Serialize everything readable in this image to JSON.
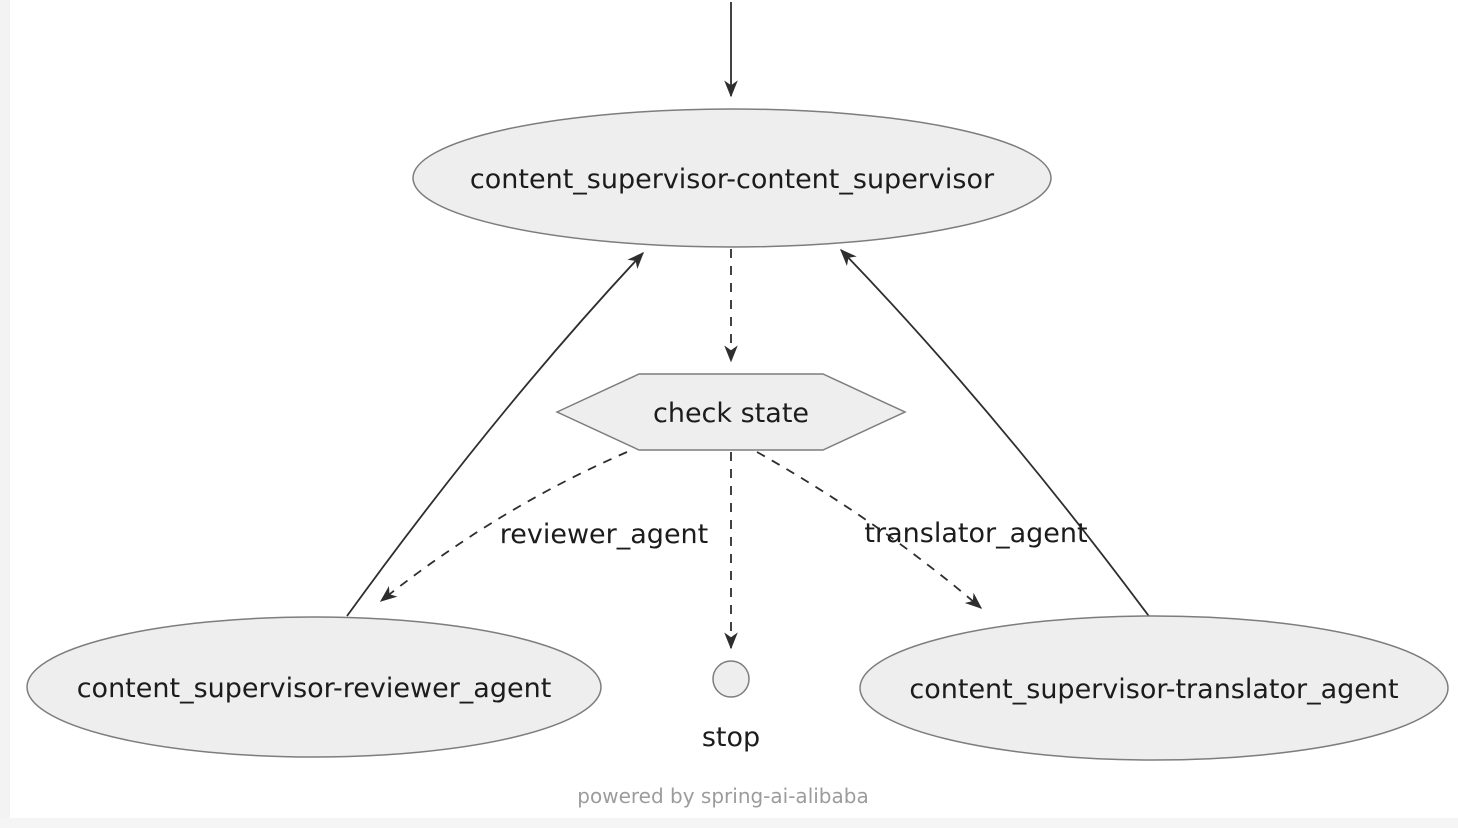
{
  "diagram": {
    "type": "agent-state-graph",
    "nodes": {
      "supervisor": {
        "label": "content_supervisor-content_supervisor",
        "shape": "ellipse"
      },
      "check_state": {
        "label": "check state",
        "shape": "hexagon"
      },
      "reviewer": {
        "label": "content_supervisor-reviewer_agent",
        "shape": "ellipse"
      },
      "translator": {
        "label": "content_supervisor-translator_agent",
        "shape": "ellipse"
      },
      "stop": {
        "label": "stop",
        "shape": "circle"
      }
    },
    "edges": [
      {
        "from": "start",
        "to": "supervisor",
        "style": "solid",
        "label": ""
      },
      {
        "from": "supervisor",
        "to": "check_state",
        "style": "dashed",
        "label": ""
      },
      {
        "from": "check_state",
        "to": "reviewer",
        "style": "dashed",
        "label": "reviewer_agent"
      },
      {
        "from": "check_state",
        "to": "stop",
        "style": "dashed",
        "label": ""
      },
      {
        "from": "check_state",
        "to": "translator",
        "style": "dashed",
        "label": "translator_agent"
      },
      {
        "from": "reviewer",
        "to": "supervisor",
        "style": "solid",
        "label": ""
      },
      {
        "from": "translator",
        "to": "supervisor",
        "style": "solid",
        "label": ""
      }
    ],
    "edge_labels": {
      "to_reviewer": "reviewer_agent",
      "to_translator": "translator_agent"
    },
    "footer": "powered by spring-ai-alibaba",
    "colors": {
      "background": "#ffffff",
      "node_fill": "#eeeeee",
      "node_stroke": "#7d7d7d",
      "edge_stroke": "#2e2e2e",
      "label_text": "#1c1c1c",
      "footer_text": "#9c9c9c"
    }
  }
}
